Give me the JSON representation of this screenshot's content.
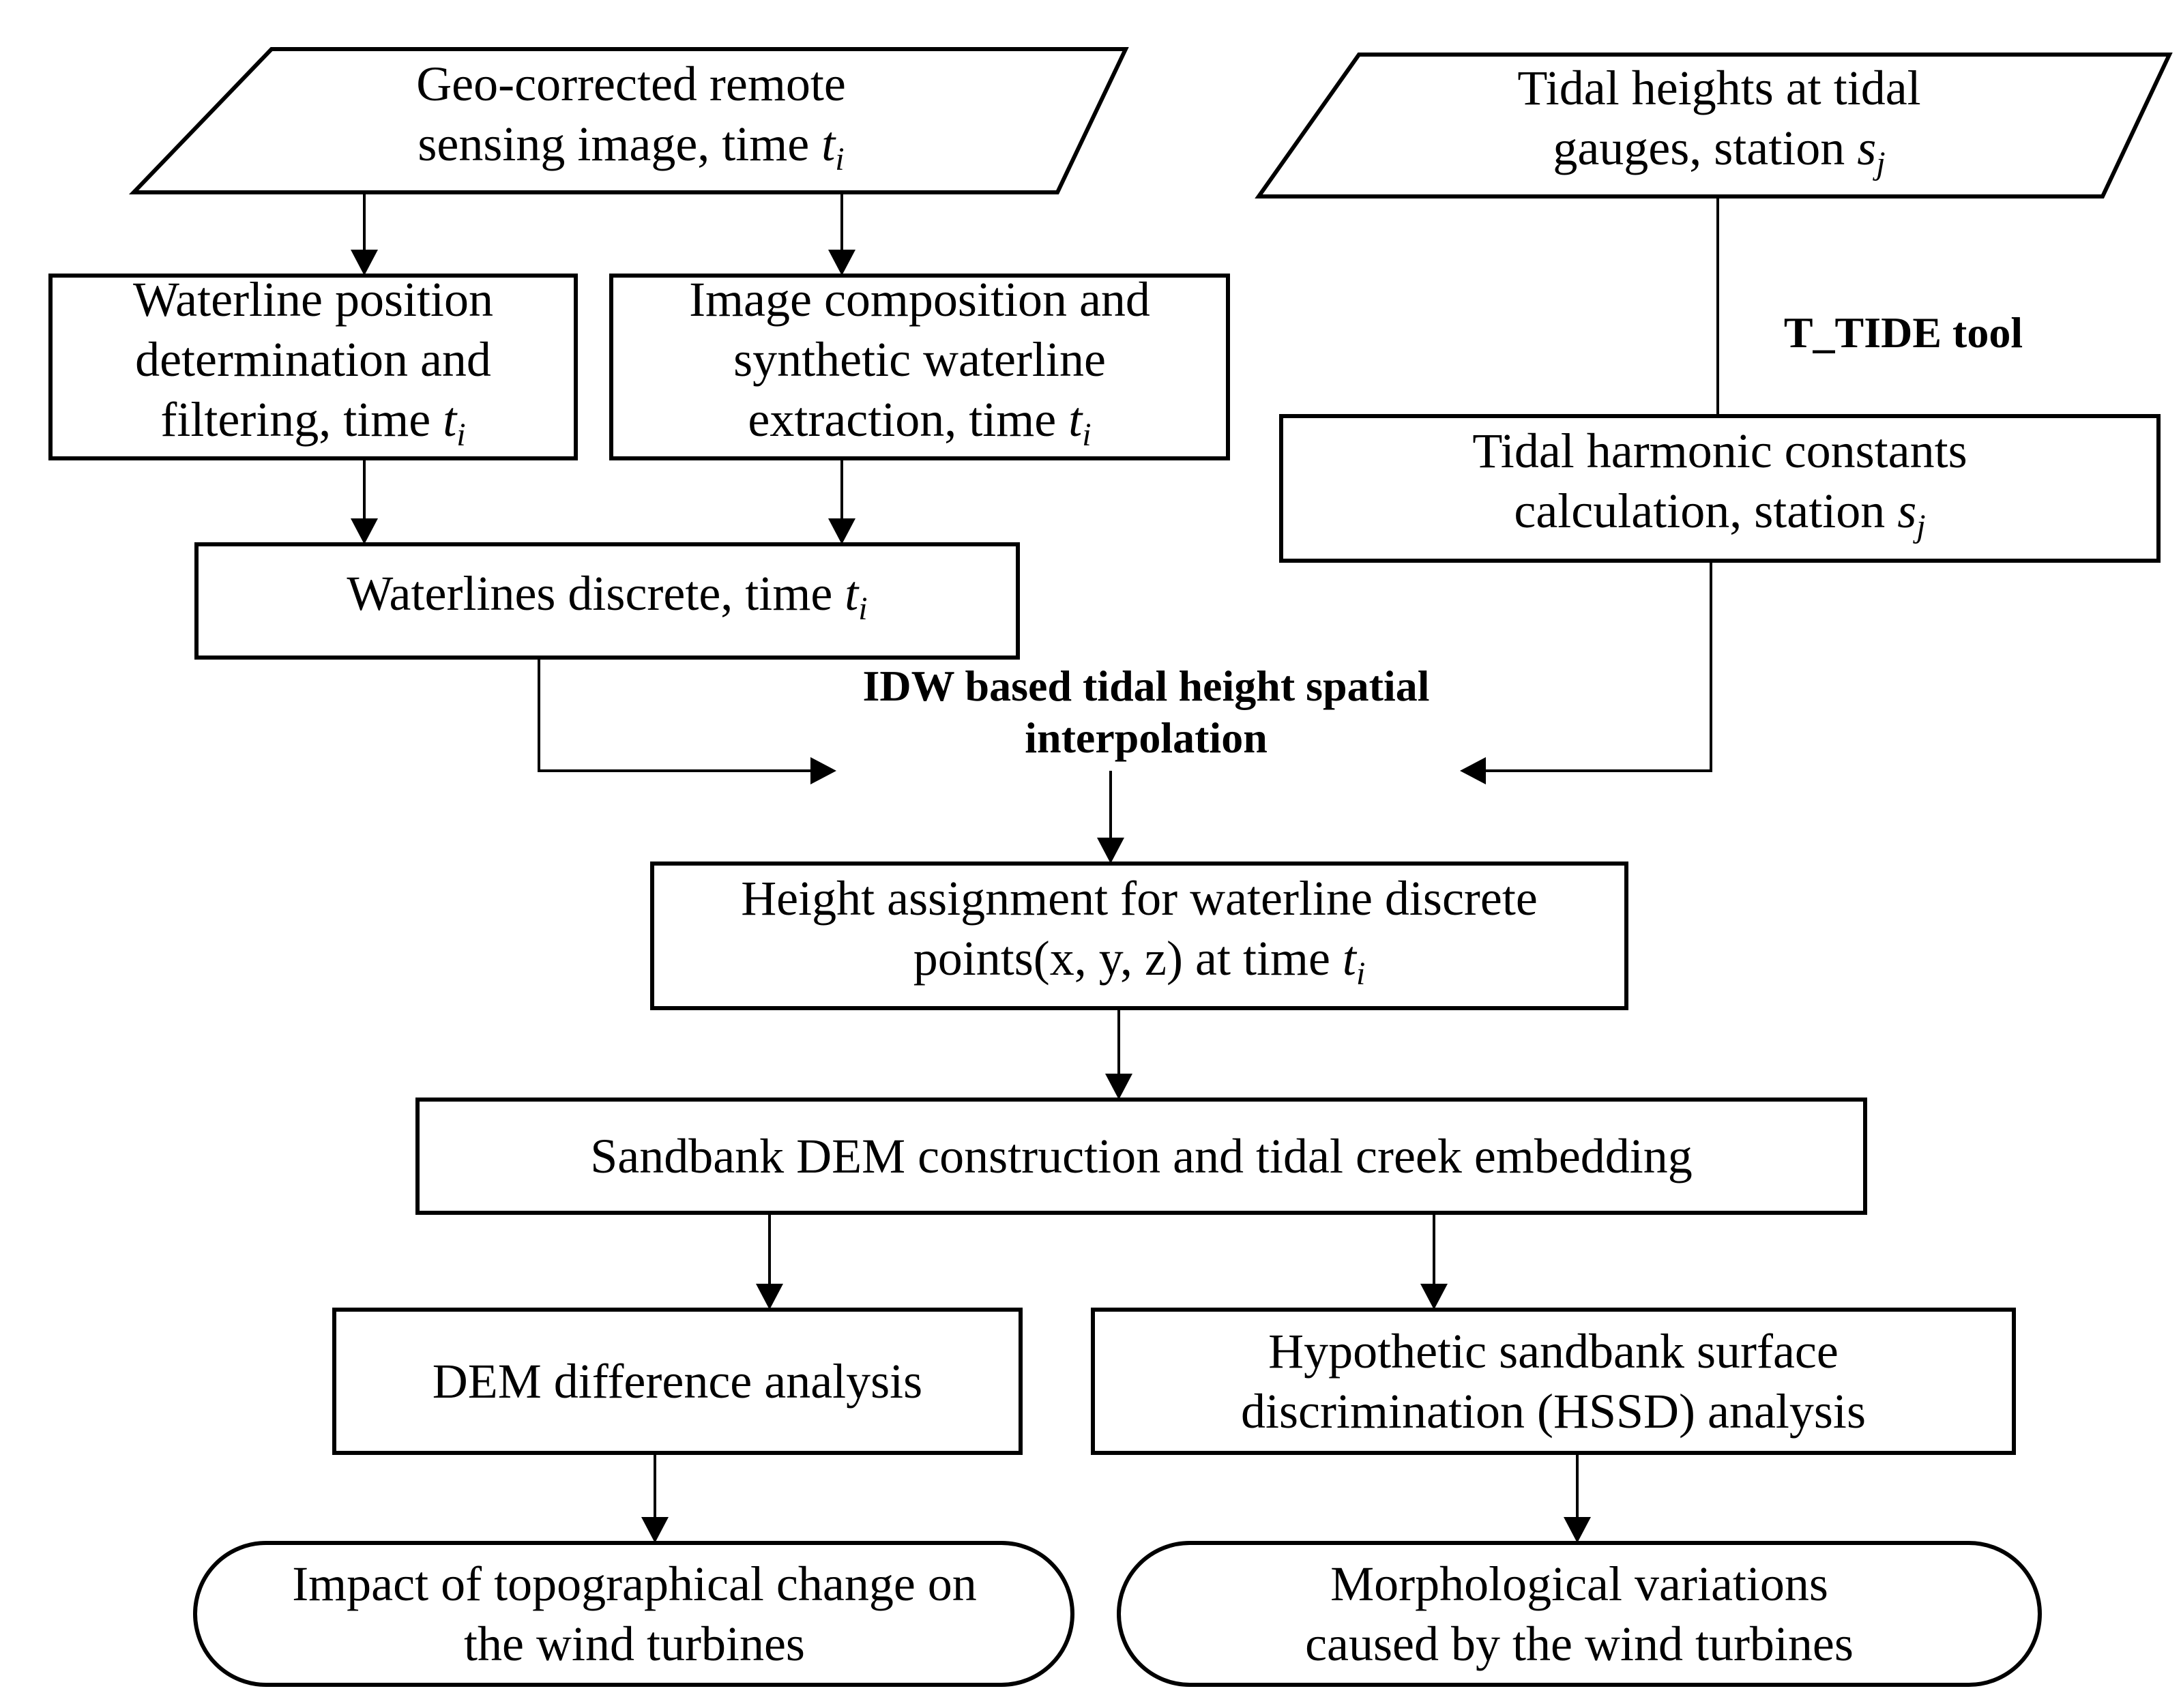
{
  "nodes": {
    "geo_image": {
      "line1": "Geo-corrected remote",
      "line2_prefix": "sensing image, time ",
      "var": "t",
      "sub": "i"
    },
    "tidal_heights": {
      "line1": "Tidal heights at tidal",
      "line2_prefix": "gauges,  station ",
      "var": "s",
      "sub": "j"
    },
    "waterline_position": {
      "line1": "Waterline position",
      "line2": "determination and",
      "line3_prefix": "filtering, time ",
      "var": "t",
      "sub": "i"
    },
    "image_composition": {
      "line1": "Image composition and",
      "line2": "synthetic waterline",
      "line3_prefix": "extraction, time ",
      "var": "t",
      "sub": "i"
    },
    "tidal_harmonic": {
      "line1": "Tidal harmonic constants",
      "line2_prefix": "calculation, station ",
      "var": "s",
      "sub": "j"
    },
    "waterlines_discrete": {
      "line1_prefix": "Waterlines discrete, time ",
      "var": "t",
      "sub": "i"
    },
    "height_assignment": {
      "line1": "Height assignment for waterline discrete",
      "line2_prefix": "points(x, y, z) at time ",
      "var": "t",
      "sub": "i"
    },
    "sandbank_dem": {
      "line1": "Sandbank DEM construction and tidal creek embedding"
    },
    "dem_difference": {
      "line1": "DEM difference analysis"
    },
    "hssd": {
      "line1": "Hypothetic sandbank surface",
      "line2": "discrimination (HSSD) analysis"
    },
    "impact": {
      "line1": "Impact of topographical change on",
      "line2": "the wind turbines"
    },
    "morphological": {
      "line1": "Morphological variations",
      "line2": "caused by the wind turbines"
    }
  },
  "edge_labels": {
    "t_tide": "T_TIDE tool",
    "idw_line1": "IDW based tidal height spatial",
    "idw_line2": "interpolation"
  }
}
